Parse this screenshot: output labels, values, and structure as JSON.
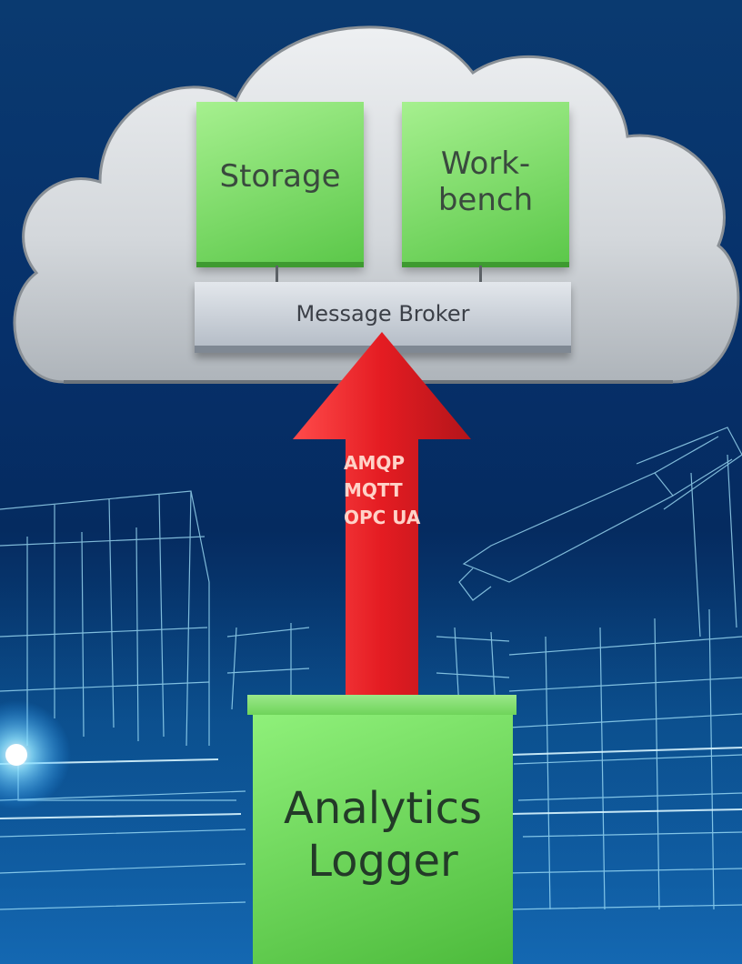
{
  "diagram": {
    "nodes": {
      "storage": "Storage",
      "workbench_line1": "Work-",
      "workbench_line2": "bench",
      "message_broker": "Message Broker",
      "logger_line1": "Analytics",
      "logger_line2": "Logger"
    },
    "protocols": [
      "AMQP",
      "MQTT",
      "OPC UA"
    ],
    "colors": {
      "background": "#07376e",
      "cloud": "#d9dcdf",
      "box_green": "#7fdc6e",
      "broker": "#c3c9d1",
      "arrow_red": "#e81f24",
      "logger_green": "#6bce55",
      "wireframe": "#9fe4ff"
    },
    "icons": [
      "cloud-icon",
      "up-arrow-icon",
      "robot-arm-wireframe"
    ]
  }
}
